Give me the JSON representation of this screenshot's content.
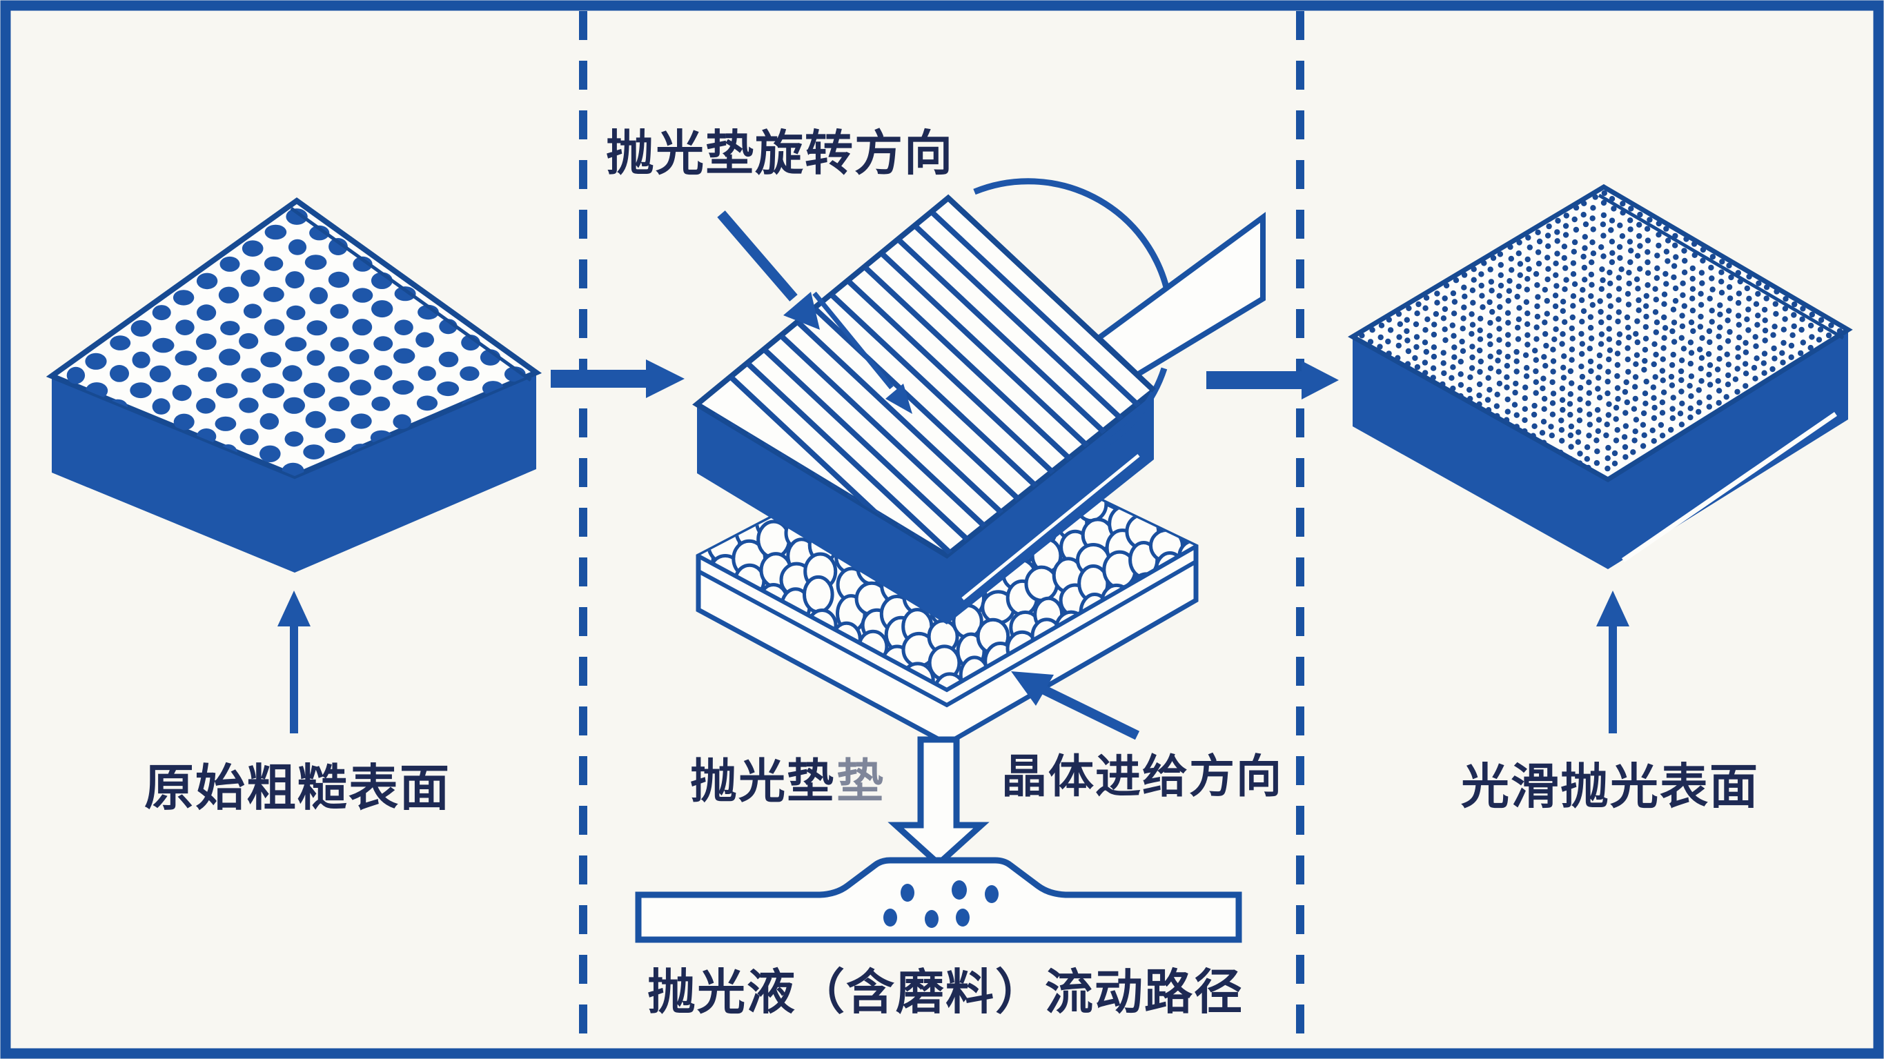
{
  "diagram": {
    "stage_left": {
      "label": "原始粗糙表面"
    },
    "stage_middle": {
      "rotation_label": "抛光垫旋转方向",
      "pad_label": "抛光垫",
      "pad_label_ghost": "垫",
      "crystal_feed_label": "晶体进给方向",
      "slurry_flow_label": "抛光液（含磨料）流动路径"
    },
    "stage_right": {
      "label": "光滑抛光表面"
    },
    "icons": {
      "flow_arrow_left_to_middle": "arrow-right",
      "flow_arrow_middle_to_right": "arrow-right",
      "left_up_arrow": "arrow-up",
      "right_up_arrow": "arrow-up",
      "rotation_arc": "rotation-arc",
      "pad_rotation_pointer": "arrow-down-right",
      "crystal_feed_pointer": "arrow-up-left",
      "slurry_down_arrow": "hollow-arrow-down"
    },
    "colors": {
      "primary_blue": "#1e56a9",
      "outline_blue": "#1a52a2",
      "text_navy": "#1e2a54",
      "background": "#f8f7f2",
      "surface_white": "#fdfdfb"
    }
  }
}
